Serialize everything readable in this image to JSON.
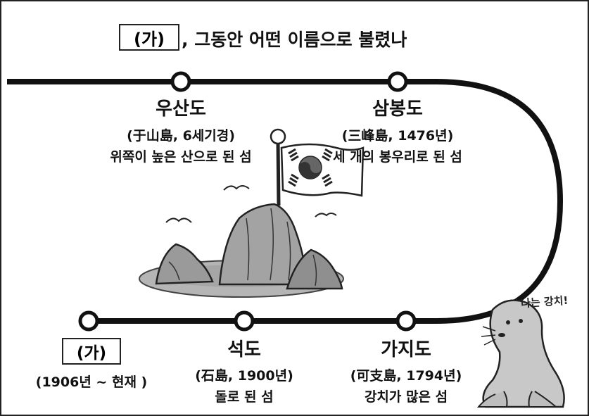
{
  "title": {
    "box_label": "(가)",
    "rest": ", 그동안 어떤 이름으로 불렸나"
  },
  "stations": {
    "usando": {
      "name": "우산도",
      "line1": "(于山島, 6세기경)",
      "line2": "위쪽이 높은 산으로 된 섬"
    },
    "sambongdo": {
      "name": "삼봉도",
      "line1": "(三峰島, 1476년)",
      "line2": "세 개의 봉우리로 된 섬"
    },
    "current": {
      "box_label": "(가)",
      "line1": "(1906년 ~ 현재 )"
    },
    "seokdo": {
      "name": "석도",
      "line1": "(石島, 1900년)",
      "line2": "돌로 된 섬"
    },
    "gajido": {
      "name": "가지도",
      "line1": "(可支島, 1794년)",
      "line2": "강치가 많은 섬"
    }
  },
  "seal_speech": "나는 강치!",
  "colors": {
    "line": "#111111",
    "rock": "#9a9a9a",
    "water": "#b5b5b5",
    "flag_red": "#444444",
    "seal": "#c8c8c8"
  },
  "icons": [
    "island-rocks-illustration",
    "korean-flag-icon",
    "seagull-icon",
    "sea-lion-illustration"
  ]
}
